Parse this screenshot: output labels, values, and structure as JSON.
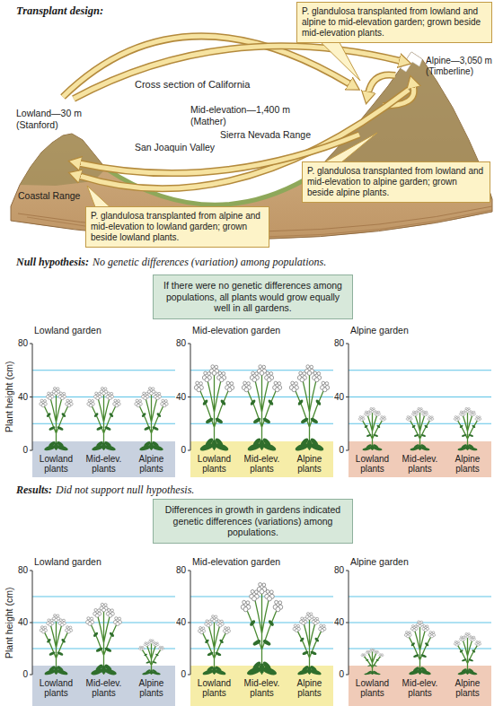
{
  "diagram": {
    "nodes": [
      {
        "text": [
          "P. glandulosa transplanted from lowland and alpine to mid-elevation garden; grown beside mid-elevation plants."
        ]
      },
      {
        "text": [
          "P. glandulosa transplanted from lowland and mid-elevation to alpine garden; grown beside alpine plants."
        ]
      },
      {
        "text": [
          "P. glandulosa transplanted from alpine and mid-elevation to lowland garden; grown beside lowland plants."
        ]
      },
      {
        "text": [
          "If there were no genetic differences among populations, all plants would grow equally well in all gardens."
        ]
      },
      {
        "text": [
          "Lowland plants",
          "Mid-elev. plants",
          "Alpine plants"
        ]
      },
      {
        "text": [
          "Lowland plants",
          "Mid-elev. plants",
          "Alpine plants"
        ]
      },
      {
        "text": [
          "Lowland plants",
          "Mid-elev. plants",
          "Alpine plants"
        ]
      },
      {
        "text": [
          "Differences in growth in gardens indicated genetic differences (variations) among populations."
        ]
      },
      {
        "text": [
          "Lowland plants",
          "Mid-elev. plants",
          "Alpine plants"
        ]
      },
      {
        "text": [
          "Lowland plants",
          "Mid-elev. plants",
          "Alpine plants"
        ]
      },
      {
        "text": [
          "Lowland plants",
          "Mid-elev. plants",
          "Alpine plants"
        ]
      }
    ],
    "labels": [
      "Transplant design:",
      "Cross section of California",
      "Lowland—30 m (Stanford)",
      "Mid-elevation—1,400 m (Mather)",
      "Sierra Nevada Range",
      "San Joaquin Valley",
      "Alpine—3,050 m (Timberline)",
      "Coastal Range",
      "Null hypothesis:",
      "No genetic differences (variation) among populations.",
      "Lowland garden",
      "Mid-elevation garden",
      "Alpine garden",
      "Plant height (cm)",
      "80",
      "40",
      "0",
      "80",
      "40",
      "0",
      "80",
      "40",
      "0",
      "Results:",
      "Did not support null hypothesis.",
      "Lowland garden",
      "Mid-elevation garden",
      "Alpine garden",
      "Plant height (cm)",
      "80",
      "40",
      "0",
      "80",
      "40",
      "0",
      "80",
      "40",
      "0"
    ]
  }
}
